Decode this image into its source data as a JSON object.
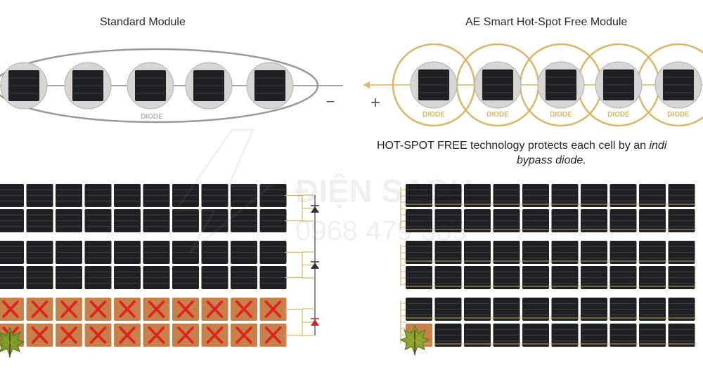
{
  "standard": {
    "title": "Standard Module",
    "diode_label": "DIODE",
    "minus_sign": "−"
  },
  "ae_smart": {
    "title": "AE Smart Hot-Spot Free Module",
    "diode_label": "DIODE",
    "plus_sign": "+",
    "description_part1": "HOT-SPOT FREE technology protects each cell by an ",
    "description_italic1": "indi",
    "description_italic2": "bypass diode."
  },
  "watermark": {
    "brand": "ĐIỆN SẠCH",
    "phone": "0968 479 389"
  },
  "colors": {
    "cell_dark": "#1f2023",
    "cell_line": "#4a4c50",
    "gold": "#d8b766",
    "shaded": "#c8804a",
    "cross": "#e0201e",
    "diode_red": "#c8202a",
    "ellipse_gray": "#9a9a9a"
  }
}
